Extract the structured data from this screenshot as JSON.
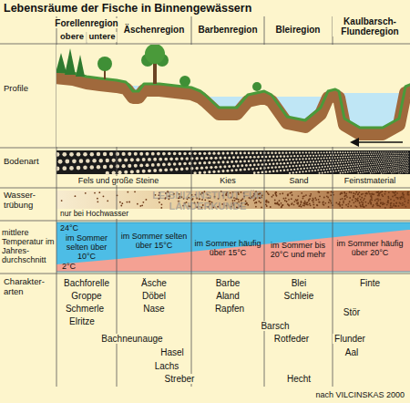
{
  "diagram": {
    "title": "Lebensräume der Fische in Binnengewässern",
    "caption": "nach VILCINSKAS 2000",
    "labels": [
      "Forellenregion",
      "obere",
      "untere",
      "Äschenregion",
      "Barbenregion",
      "Bleiregion",
      "Kaulbarsch- Flunderegion",
      "Profile",
      "Bodenart",
      "Wasser- trübung",
      "mittlere Temperatur im Jahres- durchschnitt",
      "Charakter- arten",
      "Fels und große Steine",
      "Kies",
      "Sand",
      "Feinstmaterial",
      "nur bei Hochwasser",
      "24°C",
      "2°C",
      "im Sommer selten über 10°C",
      "im Sommer selten über 15°C",
      "im Sommer häufig über 15°C",
      "im Sommer bis 20°C und mehr",
      "im Sommer häufig über 20°C",
      "Bachforelle",
      "Groppe",
      "Schmerle",
      "Elritze",
      "Äsche",
      "Döbel",
      "Nase",
      "Barbe",
      "Aland",
      "Rapfen",
      "Blei",
      "Schleie",
      "Finte",
      "Stör",
      "Barsch",
      "Bachneunauge",
      "Rotfeder",
      "Flunder",
      "Hasel",
      "Aal",
      "Lachs",
      "Streber",
      "Hecht",
      "LEIBNIZ-INSTITUT FÜR LÄNDERKUNDE"
    ]
  }
}
